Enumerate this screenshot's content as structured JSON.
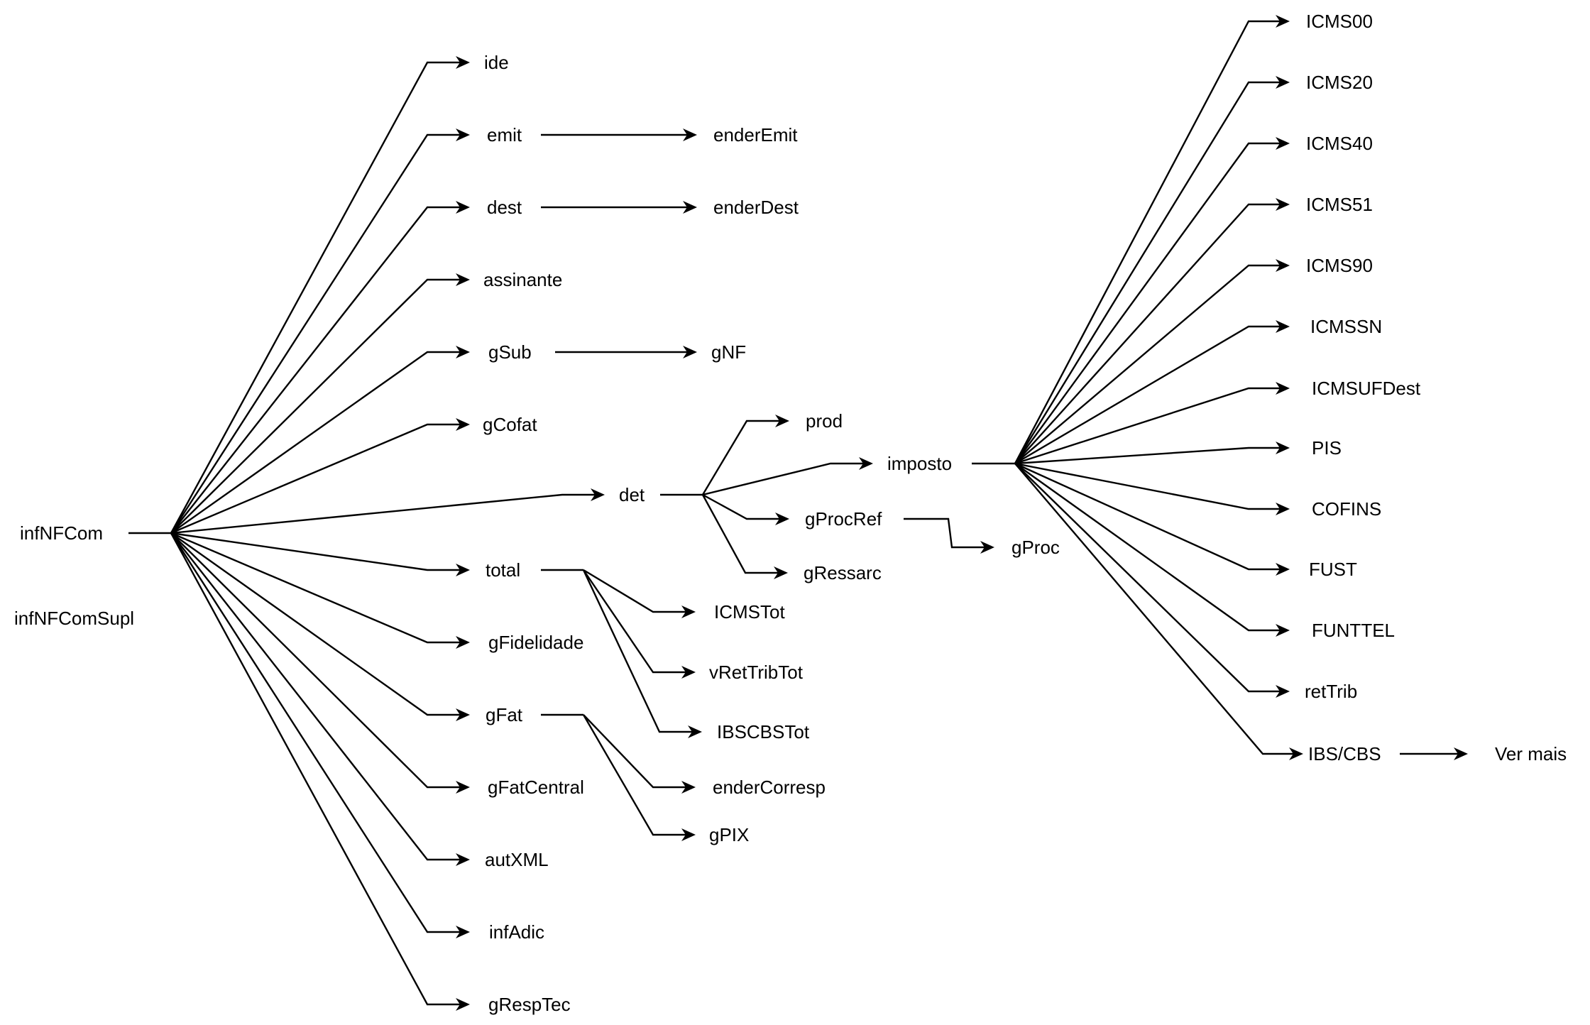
{
  "diagram": {
    "title": "",
    "colors": {
      "line": "#000000",
      "text": "#000000",
      "background": "#ffffff"
    },
    "roots": [
      {
        "id": "infNFCom",
        "label": "infNFCom"
      },
      {
        "id": "infNFComSupl",
        "label": "infNFComSupl"
      }
    ],
    "nodes": [
      {
        "id": "ide",
        "label": "ide",
        "parent": "infNFCom"
      },
      {
        "id": "emit",
        "label": "emit",
        "parent": "infNFCom"
      },
      {
        "id": "dest",
        "label": "dest",
        "parent": "infNFCom"
      },
      {
        "id": "assinante",
        "label": "assinante",
        "parent": "infNFCom"
      },
      {
        "id": "gSub",
        "label": "gSub",
        "parent": "infNFCom"
      },
      {
        "id": "gCofat",
        "label": "gCofat",
        "parent": "infNFCom"
      },
      {
        "id": "det",
        "label": "det",
        "parent": "infNFCom"
      },
      {
        "id": "total",
        "label": "total",
        "parent": "infNFCom"
      },
      {
        "id": "gFidelidade",
        "label": "gFidelidade",
        "parent": "infNFCom"
      },
      {
        "id": "gFat",
        "label": "gFat",
        "parent": "infNFCom"
      },
      {
        "id": "gFatCentral",
        "label": "gFatCentral",
        "parent": "infNFCom"
      },
      {
        "id": "autXML",
        "label": "autXML",
        "parent": "infNFCom"
      },
      {
        "id": "infAdic",
        "label": "infAdic",
        "parent": "infNFCom"
      },
      {
        "id": "gRespTec",
        "label": "gRespTec",
        "parent": "infNFCom"
      },
      {
        "id": "enderEmit",
        "label": "enderEmit",
        "parent": "emit"
      },
      {
        "id": "enderDest",
        "label": "enderDest",
        "parent": "dest"
      },
      {
        "id": "gNF",
        "label": "gNF",
        "parent": "gSub"
      },
      {
        "id": "prod",
        "label": "prod",
        "parent": "det"
      },
      {
        "id": "imposto",
        "label": "imposto",
        "parent": "det"
      },
      {
        "id": "gProcRef",
        "label": "gProcRef",
        "parent": "det"
      },
      {
        "id": "gRessarc",
        "label": "gRessarc",
        "parent": "det"
      },
      {
        "id": "gProc",
        "label": "gProc",
        "parent": "gProcRef"
      },
      {
        "id": "ICMSTot",
        "label": "ICMSTot",
        "parent": "total"
      },
      {
        "id": "vRetTribTot",
        "label": "vRetTribTot",
        "parent": "total"
      },
      {
        "id": "IBSCBSTot",
        "label": "IBSCBSTot",
        "parent": "total"
      },
      {
        "id": "enderCorresp",
        "label": "enderCorresp",
        "parent": "gFat"
      },
      {
        "id": "gPIX",
        "label": "gPIX",
        "parent": "gFat"
      },
      {
        "id": "ICMS00",
        "label": "ICMS00",
        "parent": "imposto"
      },
      {
        "id": "ICMS20",
        "label": "ICMS20",
        "parent": "imposto"
      },
      {
        "id": "ICMS40",
        "label": "ICMS40",
        "parent": "imposto"
      },
      {
        "id": "ICMS51",
        "label": "ICMS51",
        "parent": "imposto"
      },
      {
        "id": "ICMS90",
        "label": "ICMS90",
        "parent": "imposto"
      },
      {
        "id": "ICMSSN",
        "label": "ICMSSN",
        "parent": "imposto"
      },
      {
        "id": "ICMSUFDest",
        "label": "ICMSUFDest",
        "parent": "imposto"
      },
      {
        "id": "PIS",
        "label": "PIS",
        "parent": "imposto"
      },
      {
        "id": "COFINS",
        "label": "COFINS",
        "parent": "imposto"
      },
      {
        "id": "FUST",
        "label": "FUST",
        "parent": "imposto"
      },
      {
        "id": "FUNTTEL",
        "label": "FUNTTEL",
        "parent": "imposto"
      },
      {
        "id": "retTrib",
        "label": "retTrib",
        "parent": "imposto"
      },
      {
        "id": "IBS_CBS",
        "label": "IBS/CBS",
        "parent": "imposto"
      },
      {
        "id": "VerMais",
        "label": "Ver mais",
        "parent": "IBS_CBS"
      }
    ]
  }
}
